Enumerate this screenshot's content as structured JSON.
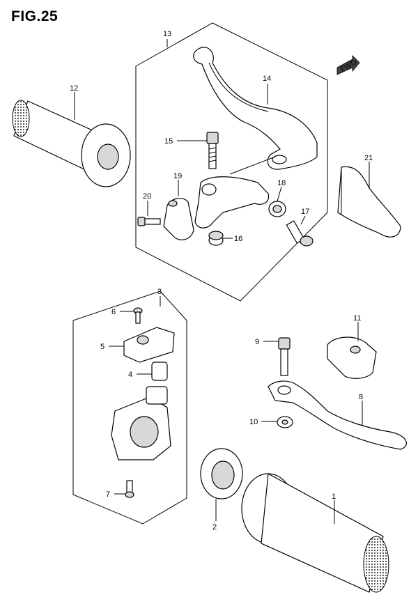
{
  "figure": {
    "title": "FIG.25",
    "direction_badge": "FWD"
  },
  "labels": [
    {
      "id": "13",
      "text": "13"
    },
    {
      "id": "14",
      "text": "14"
    },
    {
      "id": "15",
      "text": "15"
    },
    {
      "id": "19",
      "text": "19"
    },
    {
      "id": "20",
      "text": "20"
    },
    {
      "id": "18",
      "text": "18"
    },
    {
      "id": "17",
      "text": "17"
    },
    {
      "id": "16",
      "text": "16"
    },
    {
      "id": "12",
      "text": "12"
    },
    {
      "id": "21",
      "text": "21"
    },
    {
      "id": "3",
      "text": "3"
    },
    {
      "id": "6",
      "text": "6"
    },
    {
      "id": "5",
      "text": "5"
    },
    {
      "id": "4",
      "text": "4"
    },
    {
      "id": "7",
      "text": "7"
    },
    {
      "id": "11",
      "text": "11"
    },
    {
      "id": "9",
      "text": "9"
    },
    {
      "id": "8",
      "text": "8"
    },
    {
      "id": "10",
      "text": "10"
    },
    {
      "id": "2",
      "text": "2"
    },
    {
      "id": "1",
      "text": "1"
    }
  ]
}
